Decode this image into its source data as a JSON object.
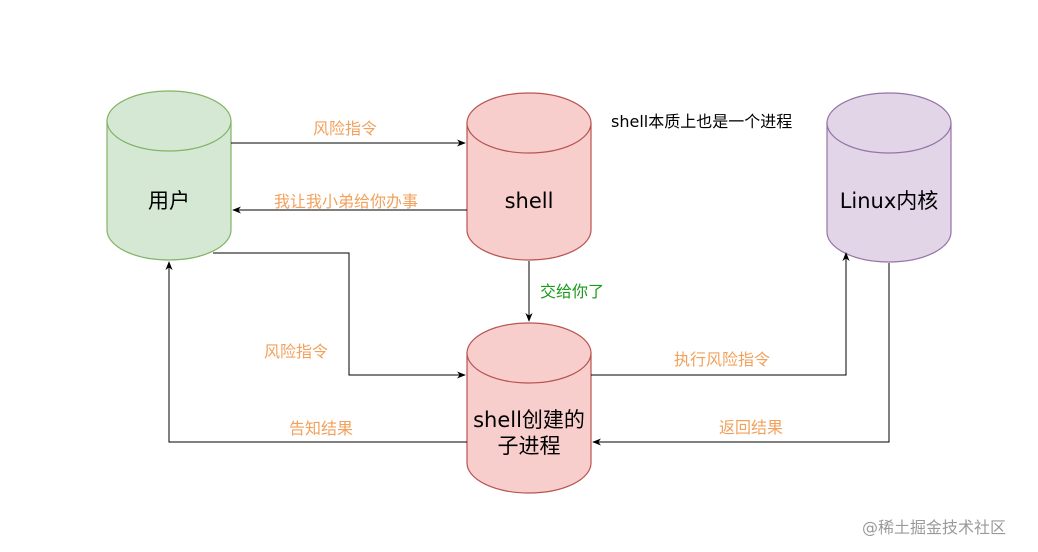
{
  "nodes": {
    "user": {
      "label": "用户",
      "fill": "#d5e8d4",
      "stroke": "#82b366"
    },
    "shell": {
      "label": "shell",
      "fill": "#f8cecc",
      "stroke": "#b85450"
    },
    "kernel": {
      "label": "Linux内核",
      "fill": "#e1d5e7",
      "stroke": "#9673a6"
    },
    "child": {
      "label": "shell创建的子进程",
      "fill": "#f8cecc",
      "stroke": "#b85450"
    }
  },
  "edges": {
    "user_to_shell": "风险指令",
    "shell_to_user": "我让我小弟给你办事",
    "shell_to_child": "交给你了",
    "user_to_child": "风险指令",
    "child_to_user": "告知结果",
    "child_to_kernel": "执行风险指令",
    "kernel_to_child": "返回结果"
  },
  "note": "shell本质上也是一个进程",
  "watermark": "@稀土掘金技术社区",
  "colors": {
    "edge_label": "#f2a15c",
    "edge_label_green": "#1a9a1a",
    "line": "#000000"
  }
}
